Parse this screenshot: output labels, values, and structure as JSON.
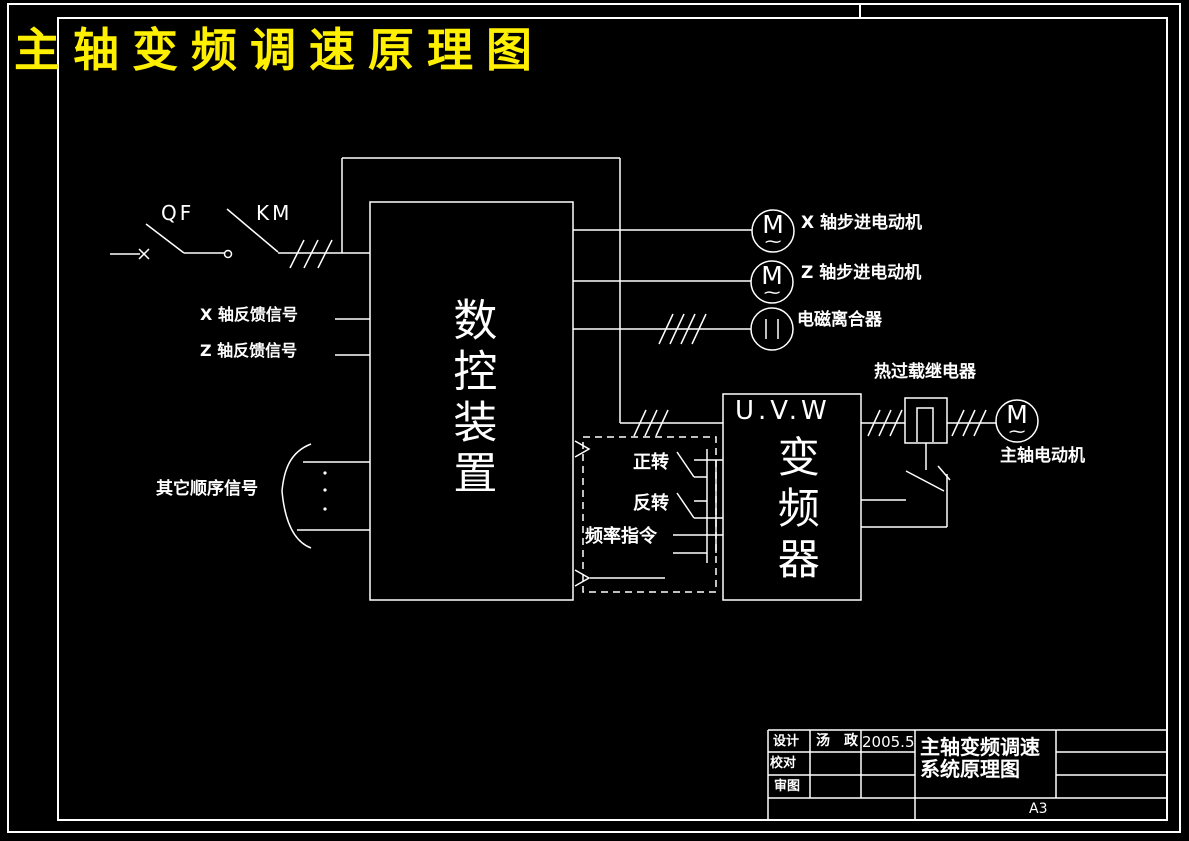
{
  "colors": {
    "background": "#000000",
    "line": "#ffffff",
    "title_yellow": "#ffef00"
  },
  "header": {
    "title": "主轴变频调速原理图"
  },
  "circuit": {
    "breaker_label": "QF",
    "contactor_label": "KM",
    "cnc_box_label": "数控装置",
    "x_feedback_label": "X 轴反馈信号",
    "z_feedback_label": "Z 轴反馈信号",
    "other_signal_label": "其它顺序信号",
    "x_stepper_label": "X 轴步进电动机",
    "z_stepper_label": "Z 轴步进电动机",
    "clutch_label": "电磁离合器",
    "forward_label": "正转",
    "reverse_label": "反转",
    "frequency_label": "频率指令",
    "inverter_terminals": "U.V.W",
    "inverter_box_label": "变频器",
    "thermal_relay_label": "热过载继电器",
    "spindle_motor_label": "主轴电动机",
    "motor_symbol": "M",
    "motor_wave": "∼"
  },
  "title_block": {
    "design": "设计",
    "designer": "汤　政",
    "date": "2005.5",
    "check": "校对",
    "review": "审图",
    "drawing_title_1": "主轴变频调速",
    "drawing_title_2": "系统原理图",
    "sheet": "A3"
  }
}
